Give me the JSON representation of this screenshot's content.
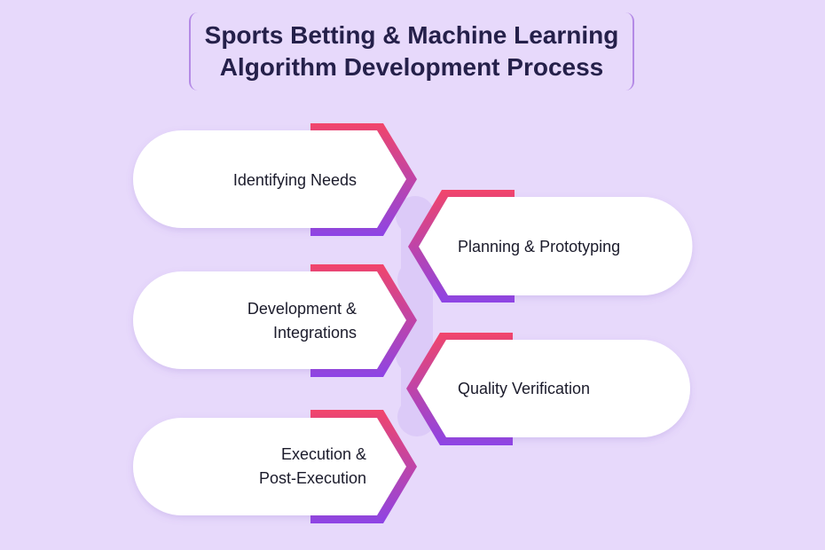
{
  "title": {
    "line1": "Sports Betting & Machine Learning",
    "line2": "Algorithm Development Process"
  },
  "colors": {
    "background": "#e7d9fb",
    "accent_top": "#f2456a",
    "accent_bottom": "#8e44e6",
    "connector": "#dccaf8",
    "card": "#ffffff",
    "title_text": "#25204a"
  },
  "steps": [
    {
      "side": "left",
      "lines": [
        "Identifying Needs"
      ]
    },
    {
      "side": "right",
      "lines": [
        "Planning & Prototyping"
      ]
    },
    {
      "side": "left",
      "lines": [
        "Development &",
        "Integrations"
      ]
    },
    {
      "side": "right",
      "lines": [
        "Quality Verification"
      ]
    },
    {
      "side": "left",
      "lines": [
        "Execution &",
        "Post-Execution"
      ]
    }
  ]
}
